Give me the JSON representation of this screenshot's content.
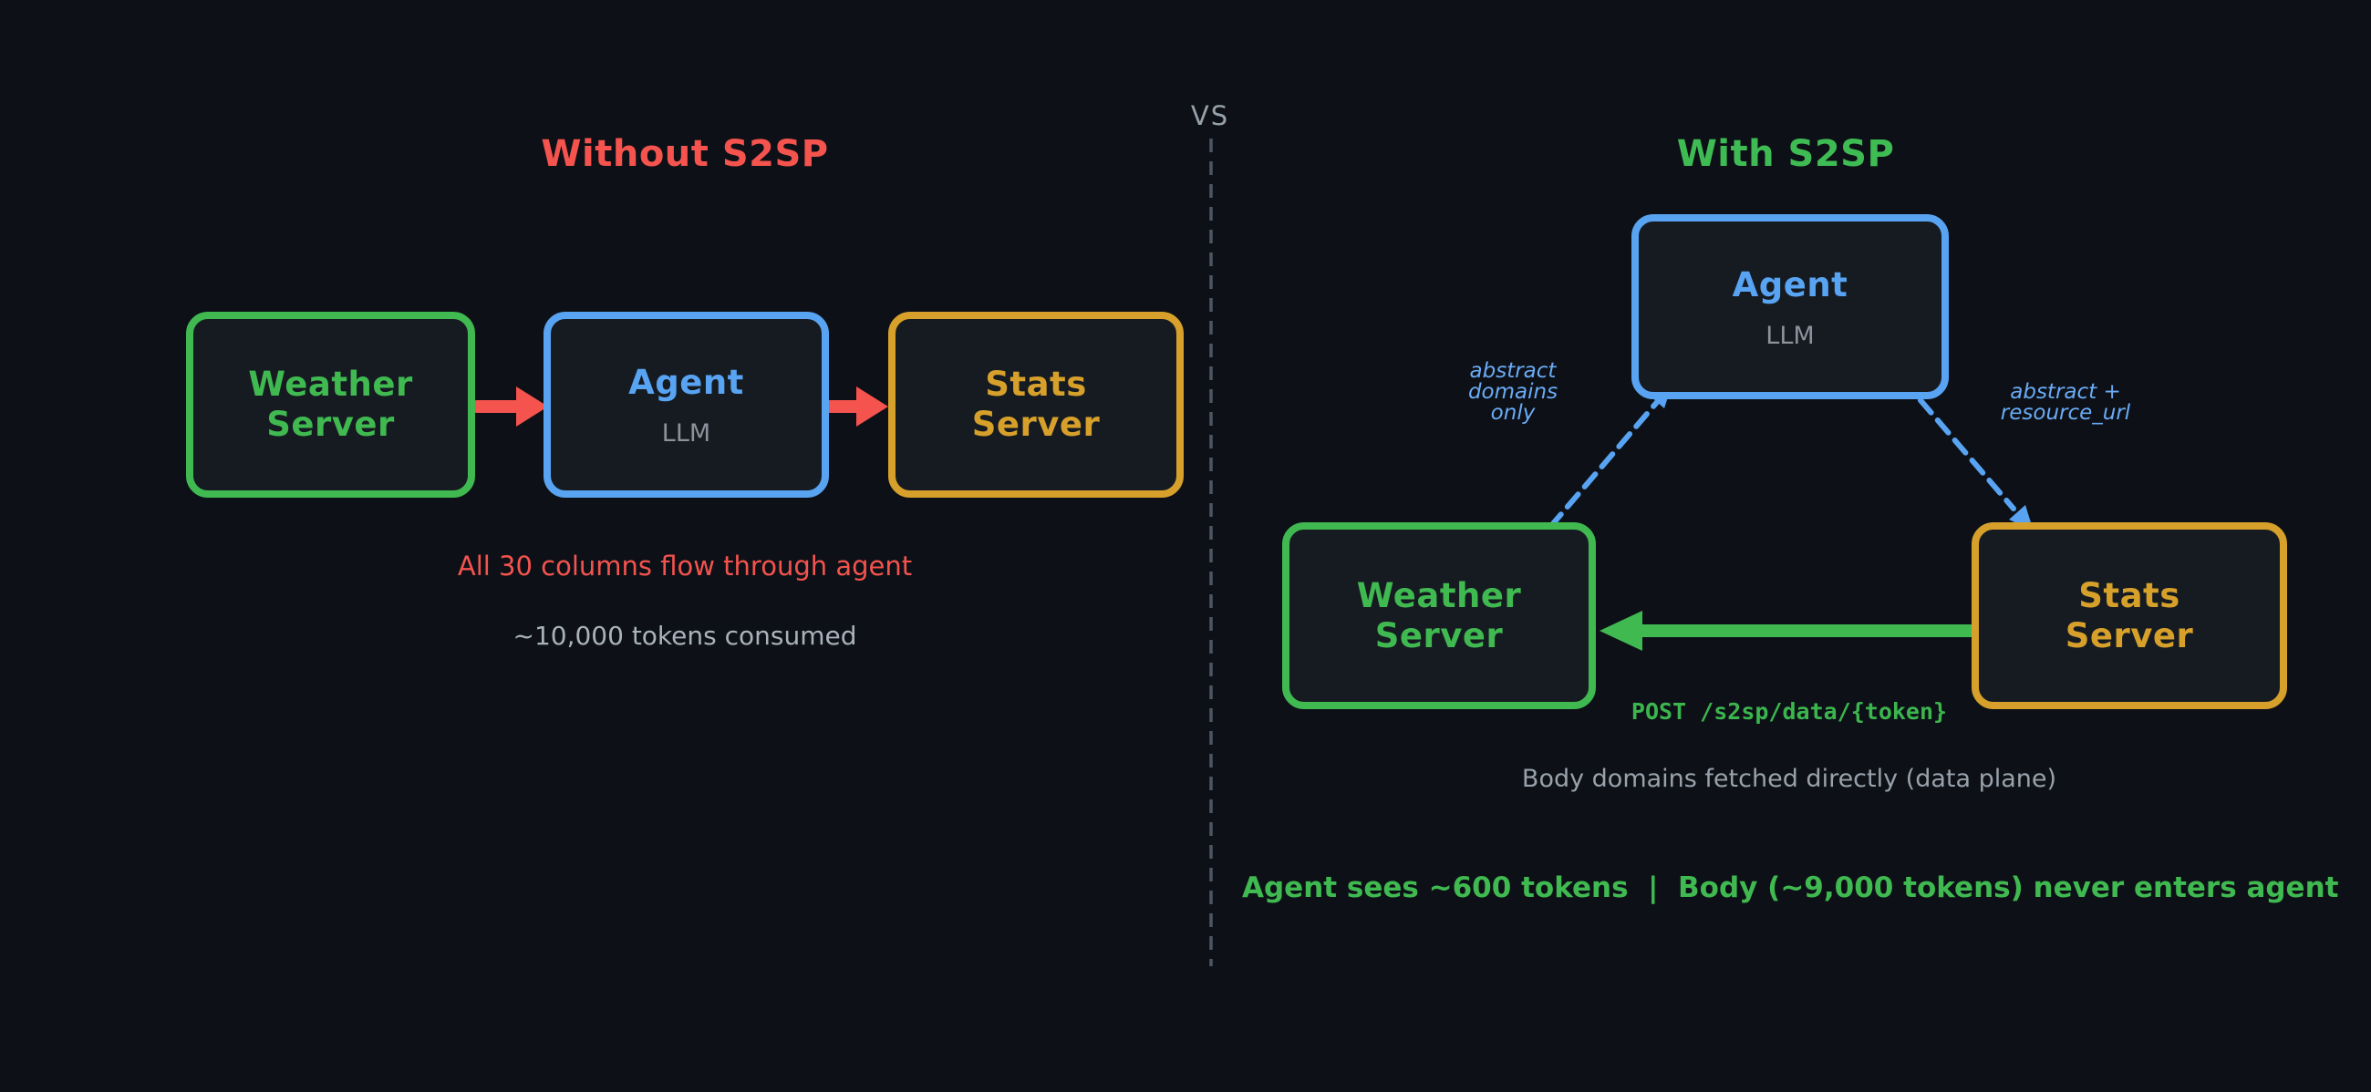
{
  "vs_label": "VS",
  "left_panel": {
    "title": "Without S2SP",
    "nodes": {
      "weather": {
        "label": "Weather\nServer",
        "sublabel": ""
      },
      "agent": {
        "label": "Agent",
        "sublabel": "LLM"
      },
      "stats": {
        "label": "Stats\nServer",
        "sublabel": ""
      }
    },
    "caption_flow": "All 30 columns flow through agent",
    "caption_tokens": "~10,000 tokens consumed"
  },
  "right_panel": {
    "title": "With S2SP",
    "nodes": {
      "agent": {
        "label": "Agent",
        "sublabel": "LLM"
      },
      "weather": {
        "label": "Weather\nServer",
        "sublabel": ""
      },
      "stats": {
        "label": "Stats\nServer",
        "sublabel": ""
      }
    },
    "edge_labels": {
      "weather_to_agent": "abstract\ndomains\nonly",
      "agent_to_stats": "abstract +\nresource_url",
      "stats_to_weather_endpoint": "POST /s2sp/data/{token}"
    },
    "caption_data_plane": "Body domains fetched directly (data plane)",
    "caption_tokens": "Agent sees ~600 tokens  |  Body (~9,000 tokens) never enters agent"
  },
  "palette": {
    "background": "#0d1117",
    "node_fill": "#161b22",
    "green": "#3fb950",
    "blue": "#58a3f2",
    "orange": "#d6a02b",
    "red": "#f4534e",
    "gray_text": "#a9b1bb",
    "muted_gray": "#8b929b",
    "label_blue": "#6aabf5",
    "divider_gray": "#4d5663"
  }
}
